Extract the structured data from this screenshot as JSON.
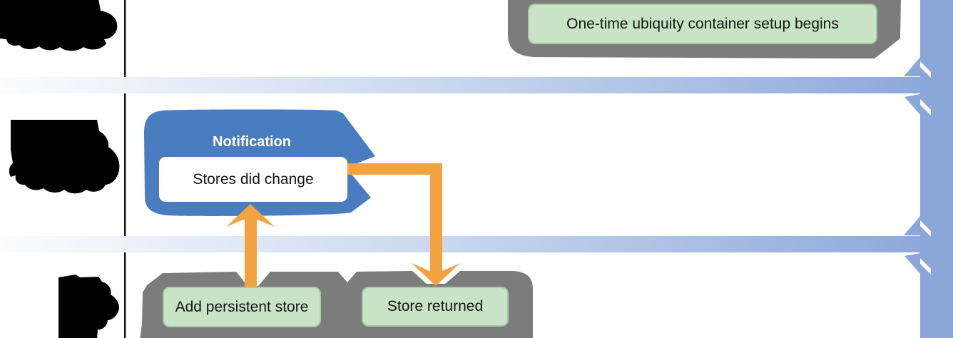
{
  "diagram": {
    "type": "timeline-flow",
    "steps": {
      "setup": "One-time ubiquity container setup begins",
      "notification_title": "Notification",
      "notification_event": "Stores did change",
      "add_store": "Add persistent store",
      "store_returned": "Store returned"
    },
    "lanes": {
      "redacted_label_count": 3,
      "swimlane_band_count": 2
    },
    "colors": {
      "timeline_blue": "#8ba7da",
      "band_light": "#fafcfe",
      "band_mid": "#ccd9f0",
      "badge_blue": "#4a7dc0",
      "container_gray": "#7c7c7c",
      "step_green": "#c9e3c6",
      "arrow_orange": "#f2a340",
      "redaction_black": "#000000"
    }
  }
}
